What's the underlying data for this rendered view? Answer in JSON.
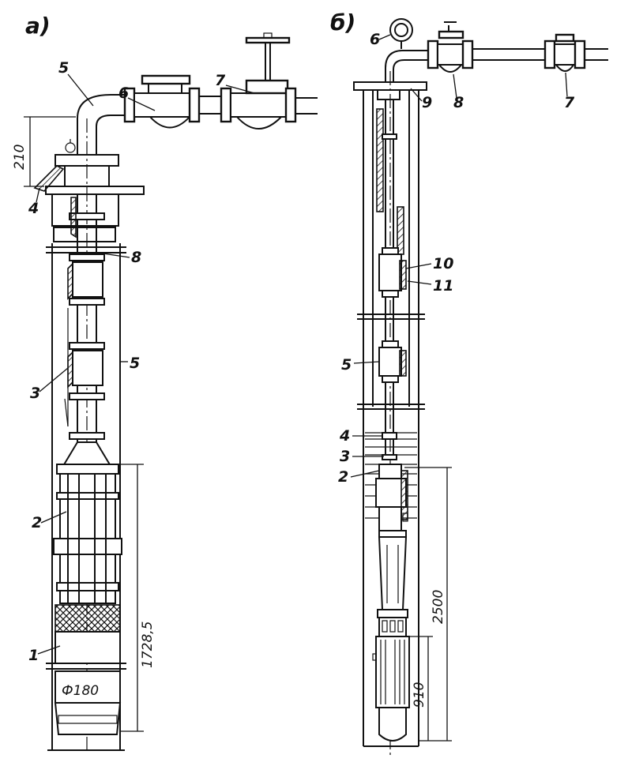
{
  "panels": {
    "a": {
      "label": "а)",
      "callouts": {
        "c1": "1",
        "c2": "2",
        "c3": "3",
        "c4": "4",
        "c5_top": "5",
        "c5_side": "5",
        "c6": "6",
        "c7": "7",
        "c8": "8"
      },
      "dimensions": {
        "top": "210",
        "length": "1728,5",
        "diameter": "Ф180"
      }
    },
    "b": {
      "label": "б)",
      "callouts": {
        "c2": "2",
        "c3": "3",
        "c4": "4",
        "c5": "5",
        "c6": "6",
        "c7": "7",
        "c8": "8",
        "c9": "9",
        "c10": "10",
        "c11": "11"
      },
      "dimensions": {
        "long": "2500",
        "short": "910"
      }
    }
  }
}
